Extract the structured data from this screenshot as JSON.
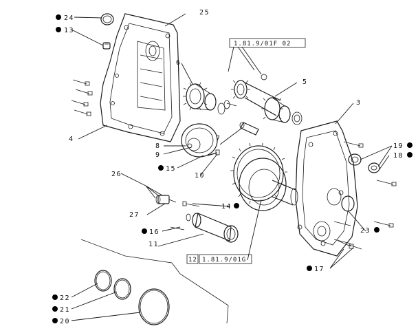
{
  "callouts": [
    {
      "id": "24",
      "text": "24",
      "bullet": true
    },
    {
      "id": "13",
      "text": "13",
      "bullet": true
    },
    {
      "id": "25",
      "text": "25",
      "bullet": false
    },
    {
      "id": "6",
      "text": "6",
      "bullet": false
    },
    {
      "id": "5",
      "text": "5",
      "bullet": false
    },
    {
      "id": "3",
      "text": "3",
      "bullet": false
    },
    {
      "id": "4",
      "text": "4",
      "bullet": false
    },
    {
      "id": "8",
      "text": "8",
      "bullet": false
    },
    {
      "id": "9",
      "text": "9",
      "bullet": false
    },
    {
      "id": "7",
      "text": "7",
      "bullet": false
    },
    {
      "id": "15",
      "text": "15",
      "bullet": true
    },
    {
      "id": "10",
      "text": "10",
      "bullet": false
    },
    {
      "id": "19",
      "text": "19",
      "bullet": true
    },
    {
      "id": "18",
      "text": "18",
      "bullet": true
    },
    {
      "id": "26",
      "text": "26",
      "bullet": false
    },
    {
      "id": "14",
      "text": "14",
      "bullet": true
    },
    {
      "id": "27",
      "text": "27",
      "bullet": false
    },
    {
      "id": "16",
      "text": "16",
      "bullet": true
    },
    {
      "id": "11",
      "text": "11",
      "bullet": false
    },
    {
      "id": "23",
      "text": "23",
      "bullet": true
    },
    {
      "id": "17",
      "text": "17",
      "bullet": true
    },
    {
      "id": "22",
      "text": "22",
      "bullet": true
    },
    {
      "id": "21",
      "text": "21",
      "bullet": true
    },
    {
      "id": "20",
      "text": "20",
      "bullet": true
    },
    {
      "id": "12",
      "text": "12",
      "bullet": false
    }
  ],
  "references": {
    "top": "1.81.9/01F 02",
    "bottom": "1.81.9/01G"
  },
  "colors": {
    "ink": "#1a1a1a",
    "background": "#ffffff"
  }
}
